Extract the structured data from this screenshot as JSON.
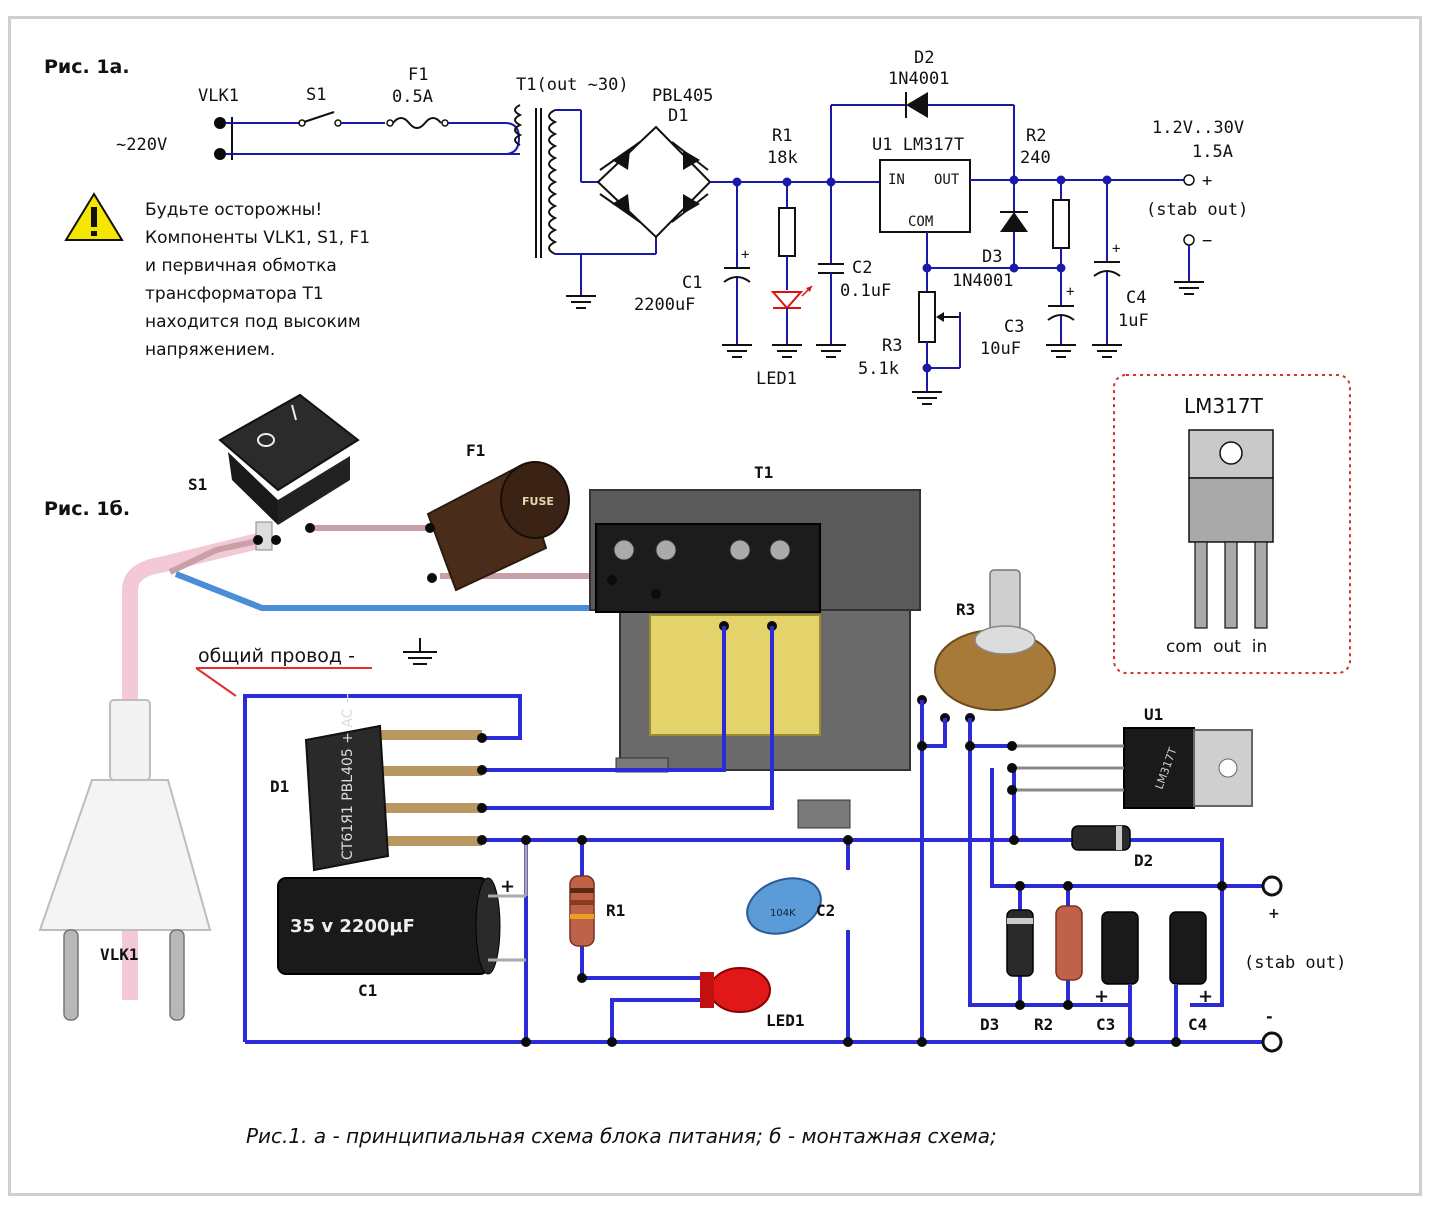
{
  "fig_a": {
    "title": "Рис. 1а.",
    "vlk1": "VLK1",
    "mains": "~220V",
    "s1": "S1",
    "f1": "F1",
    "f1_val": "0.5A",
    "t1": "T1(out ~30)",
    "d1_type": "PBL405",
    "d1": "D1",
    "d2": "D2",
    "d2_val": "1N4001",
    "u1": "U1 LM317T",
    "pin_in": "IN",
    "pin_out": "OUT",
    "pin_com": "COM",
    "r1": "R1",
    "r1_val": "18k",
    "r2": "R2",
    "r2_val": "240",
    "out_range": "1.2V..30V",
    "out_current": "1.5A",
    "plus": "+",
    "minus": "−",
    "stab": "(stab out)",
    "c1": "C1",
    "c1_val": "2200uF",
    "c2": "C2",
    "c2_val": "0.1uF",
    "c3": "C3",
    "c3_val": "10uF",
    "c4": "C4",
    "c4_val": "1uF",
    "d3": "D3",
    "d3_val": "1N4001",
    "r3": "R3",
    "r3_val": "5.1k",
    "led1": "LED1",
    "cap_plus": "+",
    "warning": [
      "Будьте осторожны!",
      "Компоненты VLK1, S1, F1",
      "и первичная обмотка",
      "трансформатора T1",
      "находится под высоким",
      "напряжением."
    ]
  },
  "fig_b": {
    "title": "Рис. 1б.",
    "s1": "S1",
    "f1": "F1",
    "t1": "T1",
    "r3": "R3",
    "u1": "U1",
    "d1": "D1",
    "d2": "D2",
    "d3": "D3",
    "r1": "R1",
    "r2": "R2",
    "c1": "C1",
    "c2": "C2",
    "c3": "C3",
    "c4": "C4",
    "led1": "LED1",
    "vlk1": "VLK1",
    "common_wire": "общий провод -",
    "stab": "(stab out)",
    "plus": "+",
    "minus": "-",
    "cap_c1_text": "35 v 2200µF",
    "bridge_text": "CT61Я1 PBL405 + AC −",
    "fuse_text": "FUSE",
    "u1_text": "LM317T",
    "c2_text": "104K",
    "c_plus": "+"
  },
  "pinout": {
    "title": "LM317T",
    "pins": "com  out  in"
  },
  "caption": "Рис.1. а - принципиальная схема блока питания; б - монтажная схема;"
}
